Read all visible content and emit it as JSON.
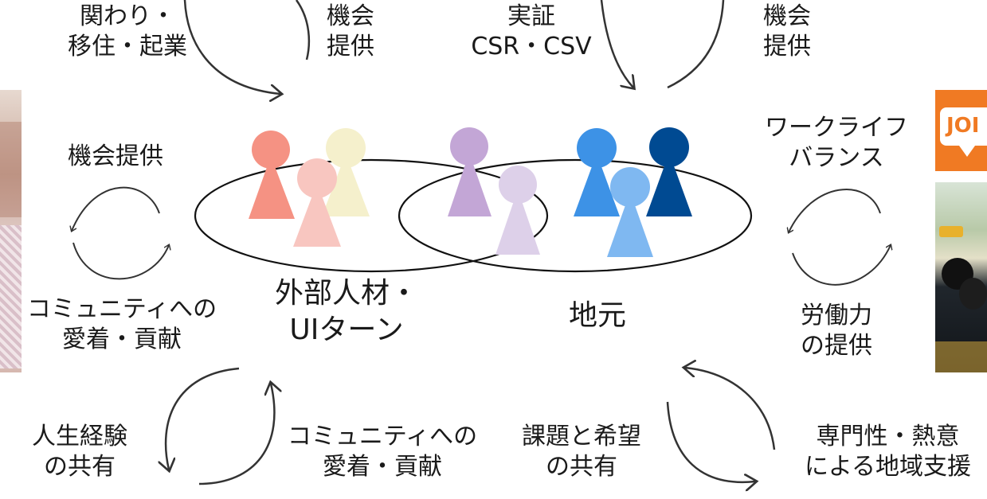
{
  "labels": {
    "top_left_1": [
      "関わり・",
      "移住・起業"
    ],
    "top_left_2": [
      "機会",
      "提供"
    ],
    "top_right_1": [
      "実証",
      "CSR・CSV"
    ],
    "top_right_2": [
      "機会",
      "提供"
    ],
    "left_top": [
      "機会提供"
    ],
    "left_bottom": [
      "コミュニティへの",
      "愛着・貢献"
    ],
    "right_top": [
      "ワークライフ",
      "バランス"
    ],
    "right_bottom": [
      "労働力",
      "の提供"
    ],
    "bottom_left_1": [
      "人生経験",
      "の共有"
    ],
    "bottom_left_2": [
      "コミュニティへの",
      "愛着・貢献"
    ],
    "bottom_right_1": [
      "課題と希望",
      "の共有"
    ],
    "bottom_right_2": [
      "専門性・熱意",
      "による地域支援"
    ],
    "group_outside": [
      "外部人材・",
      "UIターン"
    ],
    "group_local": [
      "地元"
    ]
  },
  "logo_text": "JOI",
  "colors": {
    "outside_people": [
      "#f59283",
      "#f5f0cc",
      "#f8c6c0"
    ],
    "shared_people": [
      "#c3a6d6",
      "#ddd0e9"
    ],
    "local_people": [
      "#3d92e6",
      "#004a92",
      "#7fb8f1"
    ],
    "logo_orange": "#f07a23"
  }
}
